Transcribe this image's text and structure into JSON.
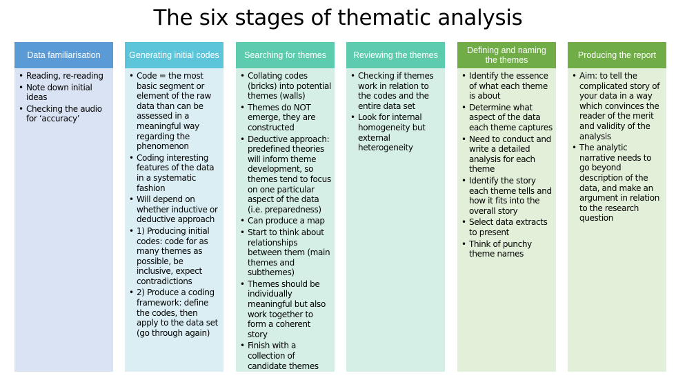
{
  "title": "The six stages of thematic analysis",
  "colors": {
    "blue_header": "#5B9BD5",
    "blue_body": "#DAE3F3",
    "teal_header": "#5DC5D9",
    "teal_body": "#DBEEF4",
    "green_header": "#5CCBAE",
    "green_body": "#D5EFE7",
    "dkgreen_header": "#70AD47",
    "dkgreen_body": "#E2F0D9"
  },
  "stages": [
    {
      "header": "Data familiarisation",
      "items": [
        "Reading, re-reading",
        "Note down initial ideas",
        "Checking the audio for ‘accuracy’"
      ]
    },
    {
      "header": "Generating initial codes",
      "items": [
        "Code = the most basic segment or element of the raw data than can be assessed in a meaningful way regarding the phenomenon",
        "Coding interesting features of the data in a systematic fashion",
        "Will depend on whether inductive or deductive approach",
        "1) Producing initial codes: code for as many themes as possible, be inclusive, expect contradictions",
        "2) Produce a coding framework: define the codes, then apply to the data set (go through again)"
      ]
    },
    {
      "header": "Searching for themes",
      "items": [
        "Collating codes (bricks) into potential themes (walls)",
        "Themes do NOT emerge, they are constructed",
        "Deductive approach: predefined theories will inform theme development, so themes tend to focus on one particular aspect of the data (i.e. preparedness)",
        "Can produce a map",
        "Start to think about relationships between them (main themes and subthemes)",
        "Themes should be individually meaningful but also work together to form a coherent story",
        "Finish with a collection of candidate themes"
      ]
    },
    {
      "header": "Reviewing the themes",
      "items": [
        "Checking if themes work in relation to the codes and the entire data set",
        "Look for internal homogeneity but external heterogeneity"
      ]
    },
    {
      "header": "Defining and naming the themes",
      "items": [
        "Identify the essence of what each theme is about",
        "Determine what aspect of the data each theme captures",
        "Need to conduct and write a detailed analysis for each theme",
        "Identify the story each theme tells and how it fits into the overall story",
        "Select data extracts to present",
        "Think of punchy theme names"
      ]
    },
    {
      "header": "Producing the report",
      "items": [
        "Aim: to tell the complicated story of your data in a way which convinces the reader of the merit and validity of the analysis",
        "The analytic narrative needs to go beyond description of the data, and make an argument in relation to the research question"
      ]
    }
  ]
}
